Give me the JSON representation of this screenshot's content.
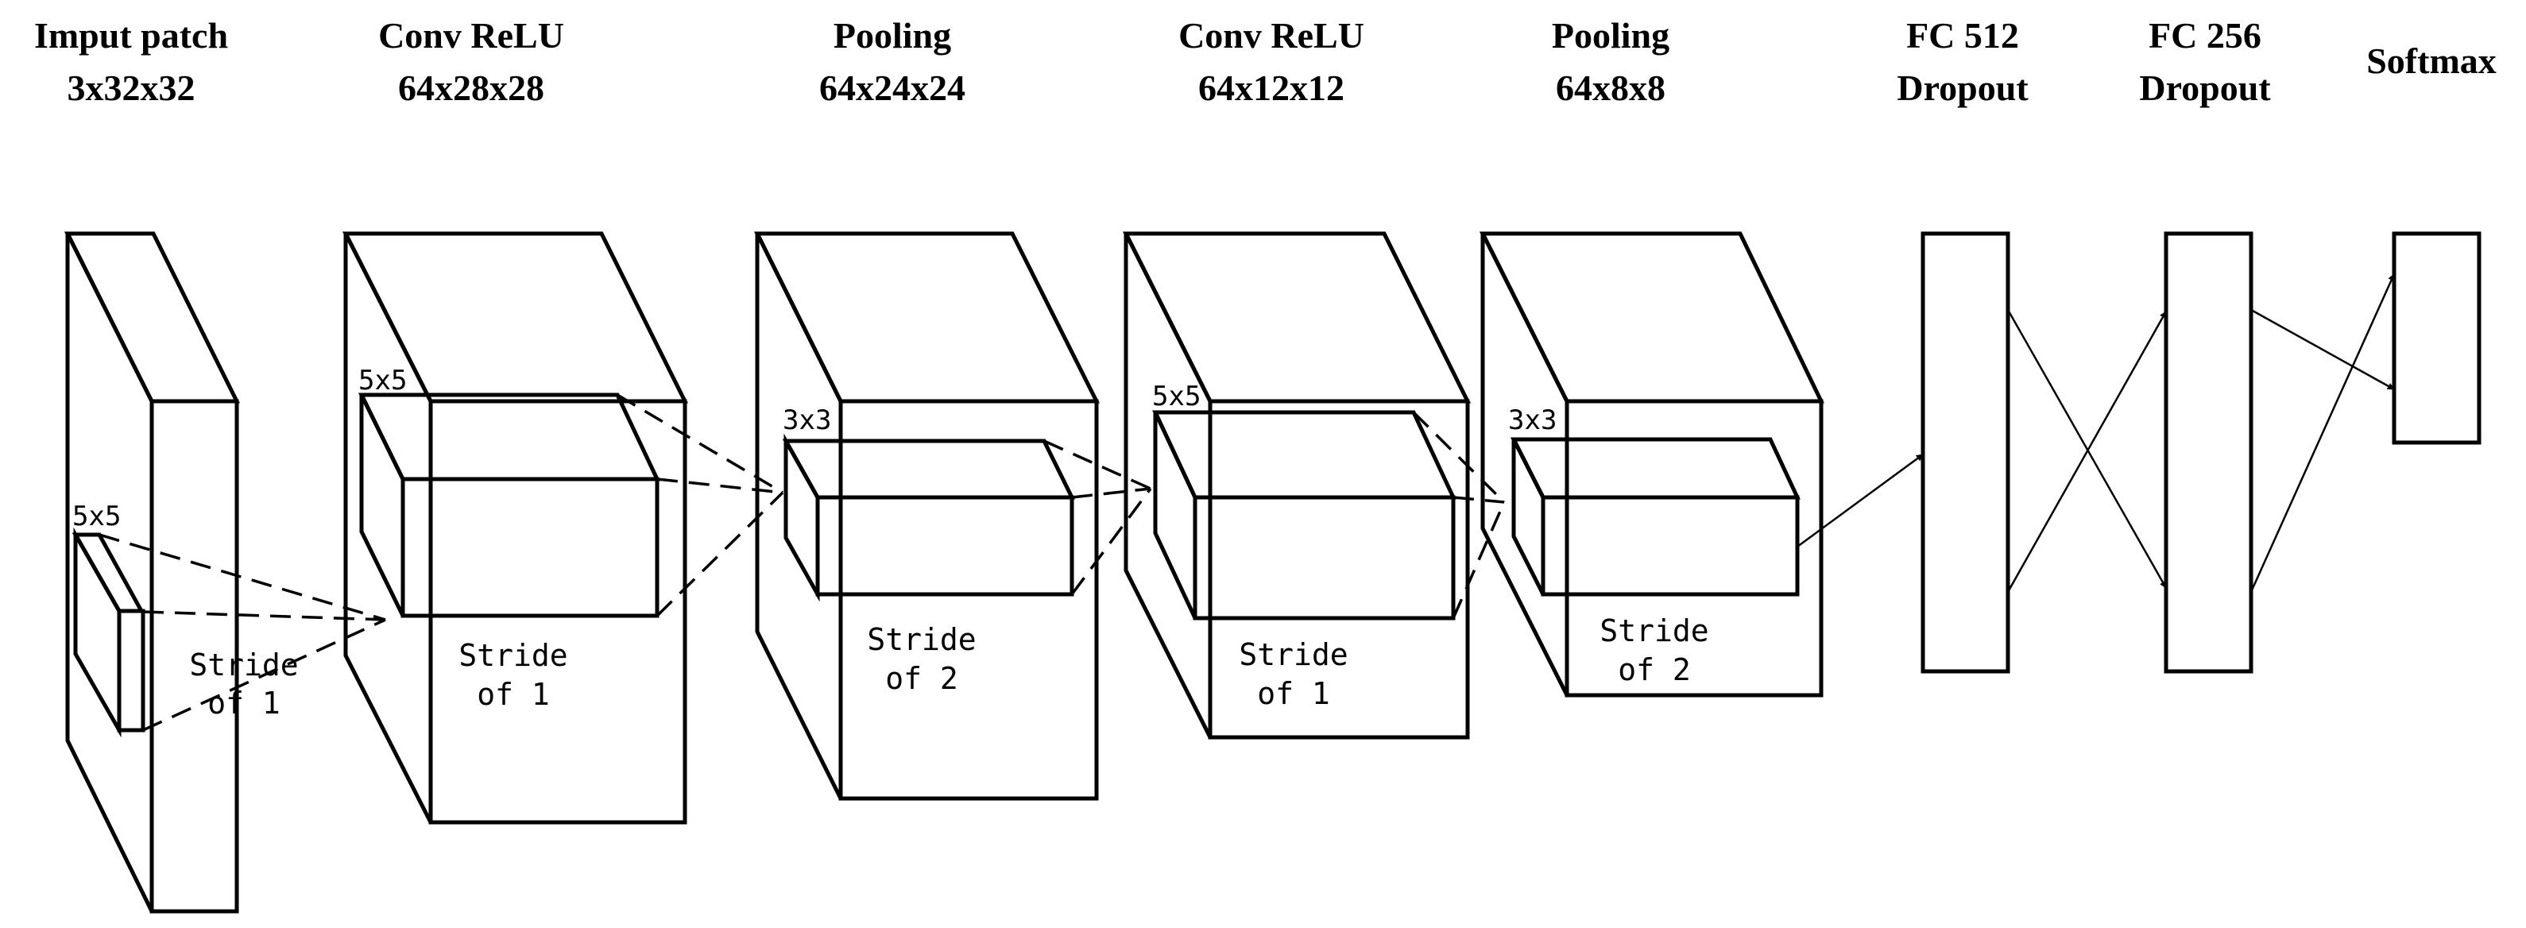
{
  "layers": [
    {
      "title": "Imput patch",
      "dims": "3x32x32"
    },
    {
      "title": "Conv ReLU",
      "dims": "64x28x28"
    },
    {
      "title": "Pooling",
      "dims": "64x24x24"
    },
    {
      "title": "Conv ReLU",
      "dims": "64x12x12"
    },
    {
      "title": "Pooling",
      "dims": "64x8x8"
    },
    {
      "title": "FC 512",
      "dims": "Dropout"
    },
    {
      "title": "FC 256",
      "dims": "Dropout"
    },
    {
      "title": "Softmax",
      "dims": ""
    }
  ],
  "kernels": [
    "5x5",
    "5x5",
    "3x3",
    "5x5",
    "3x3"
  ],
  "strides": [
    {
      "line1": "Stride",
      "line2": "of 1"
    },
    {
      "line1": "Stride",
      "line2": "of 1"
    },
    {
      "line1": "Stride",
      "line2": "of 2"
    },
    {
      "line1": "Stride",
      "line2": "of 1"
    },
    {
      "line1": "Stride",
      "line2": "of 2"
    }
  ]
}
